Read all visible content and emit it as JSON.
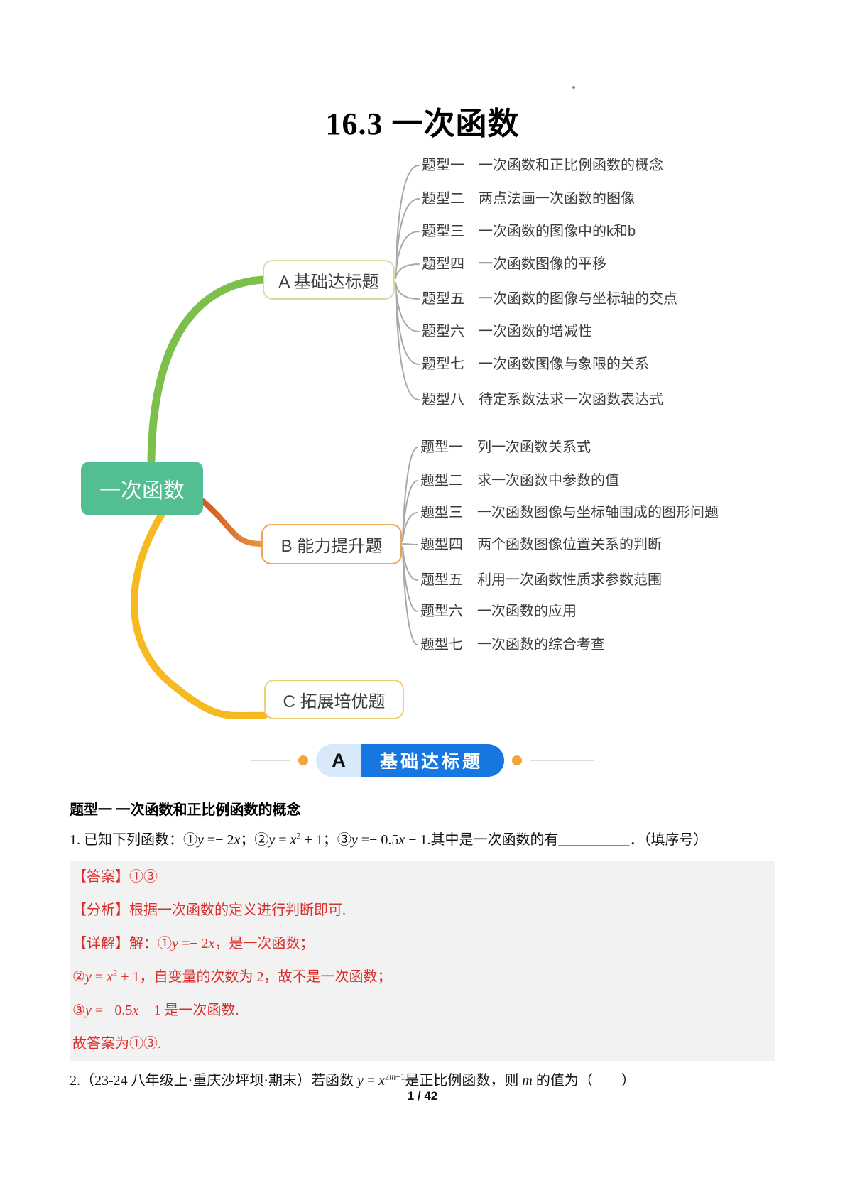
{
  "title": "16.3 一次函数",
  "mindmap": {
    "root": "一次函数",
    "branches": [
      {
        "label": "A 基础达标题",
        "items": [
          "题型一　一次函数和正比例函数的概念",
          "题型二　两点法画一次函数的图像",
          "题型三　一次函数的图像中的k和b",
          "题型四　一次函数图像的平移",
          "题型五　一次函数的图像与坐标轴的交点",
          "题型六　一次函数的增减性",
          "题型七　一次函数图像与象限的关系",
          "题型八　待定系数法求一次函数表达式"
        ]
      },
      {
        "label": "B 能力提升题",
        "items": [
          "题型一　列一次函数关系式",
          "题型二　求一次函数中参数的值",
          "题型三　一次函数图像与坐标轴围成的图形问题",
          "题型四　两个函数图像位置关系的判断",
          "题型五　利用一次函数性质求参数范围",
          "题型六　一次函数的应用",
          "题型七　一次函数的综合考查"
        ]
      },
      {
        "label": "C 拓展培优题",
        "items": []
      }
    ]
  },
  "section_banner": {
    "badge": "A",
    "label": "基础达标题"
  },
  "body": {
    "topic_heading": "题型一 一次函数和正比例函数的概念",
    "q1": [
      {
        "t": "1. 已知下列函数：①"
      },
      {
        "t": "y",
        "c": "it"
      },
      {
        "t": " =− 2"
      },
      {
        "t": "x",
        "c": "it"
      },
      {
        "t": "；②"
      },
      {
        "t": "y",
        "c": "it"
      },
      {
        "t": " = "
      },
      {
        "t": "x",
        "c": "it"
      },
      {
        "t": "2",
        "c": "sup"
      },
      {
        "t": " + 1；③"
      },
      {
        "t": "y",
        "c": "it"
      },
      {
        "t": " =− 0.5"
      },
      {
        "t": "x",
        "c": "it"
      },
      {
        "t": " − 1."
      },
      {
        "t": "其中是一次函数的有"
      },
      {
        "t": "__________"
      },
      {
        "t": "．（填序号）"
      }
    ],
    "solution_lines": [
      [
        {
          "t": "【答案】①③"
        }
      ],
      [
        {
          "t": "【分析】根据一次函数的定义进行判断即可."
        }
      ],
      [
        {
          "t": "【详解】解：①"
        },
        {
          "t": "y",
          "c": "it"
        },
        {
          "t": " =− 2"
        },
        {
          "t": "x",
          "c": "it"
        },
        {
          "t": "，是一次函数；"
        }
      ],
      [
        {
          "t": "②"
        },
        {
          "t": "y",
          "c": "it"
        },
        {
          "t": " = "
        },
        {
          "t": "x",
          "c": "it"
        },
        {
          "t": "2",
          "c": "sup"
        },
        {
          "t": " + 1，自变量的次数为 2，故不是一次函数；"
        }
      ],
      [
        {
          "t": "③"
        },
        {
          "t": "y",
          "c": "it"
        },
        {
          "t": " =− 0.5"
        },
        {
          "t": "x",
          "c": "it"
        },
        {
          "t": " − 1 是一次函数."
        }
      ],
      [
        {
          "t": "故答案为①③."
        }
      ]
    ],
    "q2": [
      {
        "t": "2.（23-24 八年级上·重庆沙坪坝·期末）若函数 "
      },
      {
        "t": "y",
        "c": "it"
      },
      {
        "t": " = "
      },
      {
        "t": "x",
        "c": "it"
      },
      {
        "t": "2",
        "c": "sup"
      },
      {
        "t": "m",
        "c": "sup it"
      },
      {
        "t": "−1",
        "c": "sup"
      },
      {
        "t": "是正比例函数，则 "
      },
      {
        "t": "m",
        "c": "it"
      },
      {
        "t": " 的值为（　　）"
      }
    ]
  },
  "footer": {
    "page": "1 / 42"
  },
  "colors": {
    "root_node": "#52BE92",
    "branch_a_curve": "#7CC04B",
    "branch_a_border": "#C9E3A6",
    "branch_b_curve_start": "#D4581F",
    "branch_b_curve_end": "#E89540",
    "branch_b_border": "#E9A455",
    "branch_c_curve": "#F6B91F",
    "branch_c_border": "#EECF77",
    "connector_gray": "#A9A9A9",
    "banner_badge_bg": "#D7E9FB",
    "banner_label_bg": "#1677E0",
    "banner_dot": "#F2A43D",
    "solution_bg": "#F2F2F2",
    "solution_text": "#D92E2A"
  }
}
